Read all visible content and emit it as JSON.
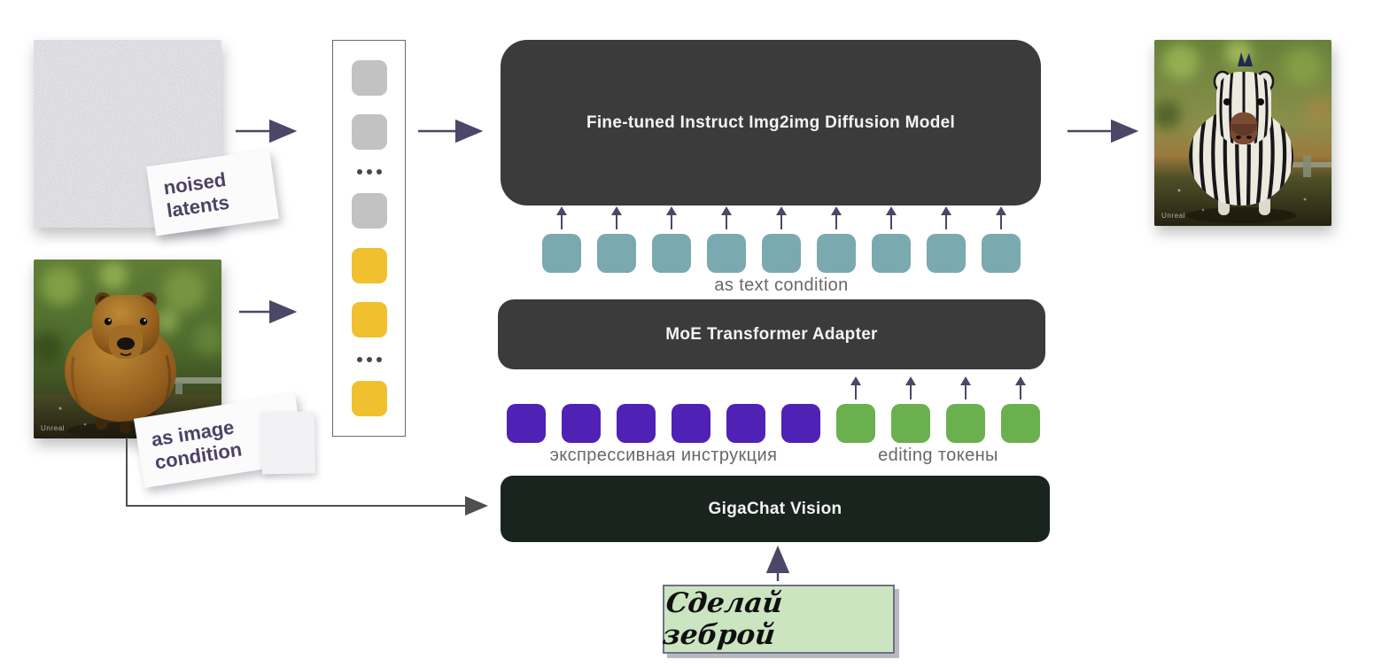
{
  "boxes": {
    "diffusion": "Fine-tuned Instruct Img2img Diffusion Model",
    "adapter": "MoE Transformer Adapter",
    "vision": "GigaChat Vision"
  },
  "notes": {
    "noised": {
      "line1": "noised",
      "line2": "latents"
    },
    "condition": {
      "line1": "as image",
      "line2": "condition"
    }
  },
  "labels": {
    "text_condition": "as text condition",
    "instruction_tokens": "экспрессивная инструкция",
    "editing_tokens": "editing токены"
  },
  "prompt": "Сделай зеброй",
  "watermark": "Unreal",
  "tokens": {
    "text_condition_count": 9,
    "instruction_count": 6,
    "editing_count": 4,
    "latent_column": [
      "gray",
      "gray",
      "dots",
      "gray",
      "yellow",
      "yellow",
      "dots",
      "yellow"
    ]
  },
  "colors": {
    "box_dark": "#3b3b3b",
    "vision_dark": "#1a241f",
    "teal": "#7aa9af",
    "purple": "#4f21b5",
    "green": "#6bb04e",
    "yellow": "#f0c02f",
    "gray_token": "#c2c2c2",
    "arrow": "#4b4769",
    "connector": "#4f4f4f",
    "prompt_bg": "#cbe5c0",
    "note_text": "#4c4163",
    "label_gray": "#686868"
  }
}
